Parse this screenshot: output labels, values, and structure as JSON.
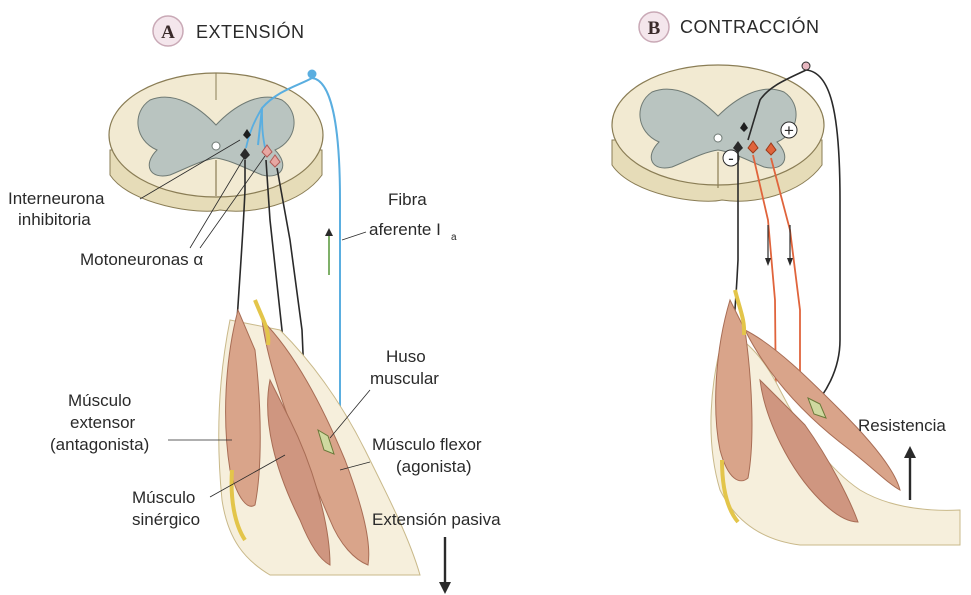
{
  "panel_a": {
    "badge": "A",
    "title": "EXTENSIÓN",
    "labels": {
      "interneurona_1": "Interneurona",
      "interneurona_2": "inhibitoria",
      "motoneuronas": "Motoneuronas α",
      "fibra_1": "Fibra",
      "fibra_2": "aferente I",
      "fibra_sub": "a",
      "huso_1": "Huso",
      "huso_2": "muscular",
      "extensor_1": "Músculo",
      "extensor_2": "extensor",
      "extensor_3": "(antagonista)",
      "flexor_1": "Músculo flexor",
      "flexor_2": "(agonista)",
      "sinergico_1": "Músculo",
      "sinergico_2": "sinérgico",
      "extension_pasiva": "Extensión pasiva"
    }
  },
  "panel_b": {
    "badge": "B",
    "title": "CONTRACCIÓN",
    "minus_sign": "-",
    "plus_sign": "+",
    "resistencia": "Resistencia"
  },
  "colors": {
    "afferent": "#5aaee0",
    "motor_red": "#e0643c",
    "nerve_dark": "#2a2a2a",
    "grey_matter": "#b9c4c0",
    "white_matter": "#f2ead2",
    "muscle": "#d9a48a",
    "tendon": "#e3c54a",
    "arrow_green": "#7fb069"
  }
}
